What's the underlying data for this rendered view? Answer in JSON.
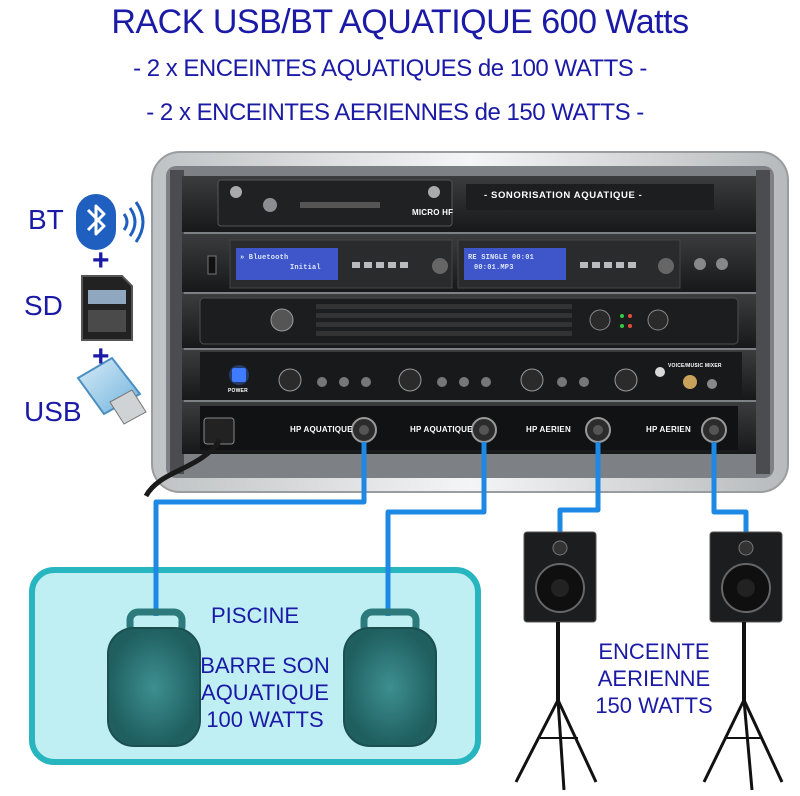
{
  "title": "RACK USB/BT AQUATIQUE 600 Watts",
  "subtitle_1": "- 2 x ENCEINTES AQUATIQUES de 100 WATTS -",
  "subtitle_2": "- 2 x ENCEINTES AERIENNES de 150 WATTS -",
  "sources": {
    "bt": "BT",
    "sd": "SD",
    "usb": "USB",
    "plus": "+"
  },
  "rack": {
    "banner": "- SONORISATION AQUATIQUE -",
    "micro_label": "MICRO HF",
    "player_1_line1": "» Bluetooth",
    "player_1_line2": "Initial",
    "player_2_line1": "RE SINGLE 00:01",
    "player_2_line2": "00:01.MP3",
    "outputs": [
      "HP AQUATIQUE",
      "HP AQUATIQUE",
      "HP AERIEN",
      "HP AERIEN"
    ],
    "mixer_label": "VOICE/MUSIC MIXER",
    "power_label": "POWER"
  },
  "pool": {
    "name": "PISCINE",
    "line1": "BARRE SON",
    "line2": "AQUATIQUE",
    "line3": "100 WATTS"
  },
  "aerial": {
    "line1": "ENCEINTE",
    "line2": "AERIENNE",
    "line3": "150 WATTS"
  },
  "colors": {
    "text": "#1a1aa6",
    "cable": "#1e88e5",
    "pool_border": "#27b5bf",
    "pool_fill": "#bfeff3",
    "speaker_body": "#2c7a7c"
  }
}
